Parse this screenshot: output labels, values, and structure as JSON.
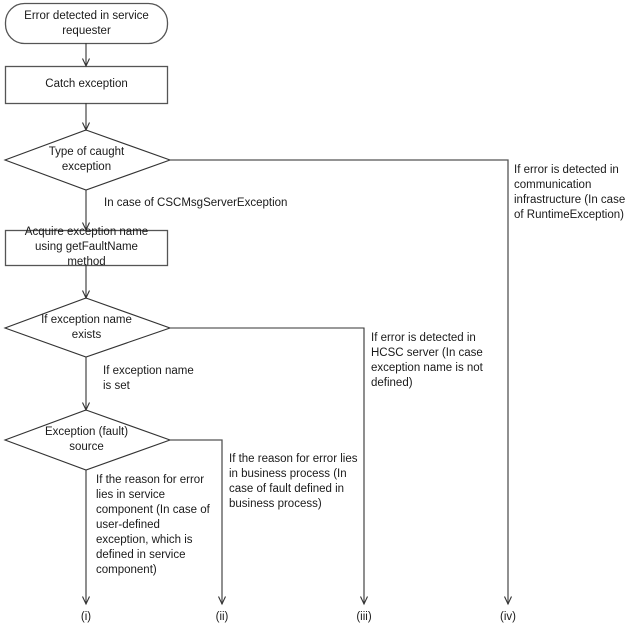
{
  "diagram": {
    "title": "Exception handling flow in service requester",
    "stroke_color": "#4d4d4d",
    "text_color": "#1a1a1a",
    "background": "#ffffff"
  },
  "nodes": {
    "start": {
      "shape": "rounded-rectangle",
      "text": "Error detected in service\nrequester"
    },
    "catch": {
      "shape": "rectangle",
      "text": "Catch exception"
    },
    "type_of_exception": {
      "shape": "diamond",
      "text": "Type of caught\nexception"
    },
    "acquire_name": {
      "shape": "rectangle",
      "text": "Acquire exception name\nusing  getFaultName\nmethod"
    },
    "name_exists": {
      "shape": "diamond",
      "text": "If exception name\nexists"
    },
    "fault_source": {
      "shape": "diamond",
      "text": "Exception (fault)\nsource"
    }
  },
  "edge_labels": {
    "cscmsg": "In case of CSCMsgServerException",
    "runtime": "If error is detected in\ncommunication\ninfrastructure (In case\nof RuntimeException)",
    "hcsc": "If error is detected in\nHCSC server (In case\nexception name is not\ndefined)",
    "name_is_set": "If exception name\nis set",
    "service_component": "If the reason for error\nlies in service\ncomponent (In case of\nuser-defined\nexception, which is\ndefined in service\ncomponent)",
    "business_process": "If the reason for error lies\nin business process (In\ncase of fault defined in\nbusiness process)"
  },
  "outcomes": [
    {
      "id": "i",
      "label": "(i)"
    },
    {
      "id": "ii",
      "label": "(ii)"
    },
    {
      "id": "iii",
      "label": "(iii)"
    },
    {
      "id": "iv",
      "label": "(iv)"
    }
  ]
}
